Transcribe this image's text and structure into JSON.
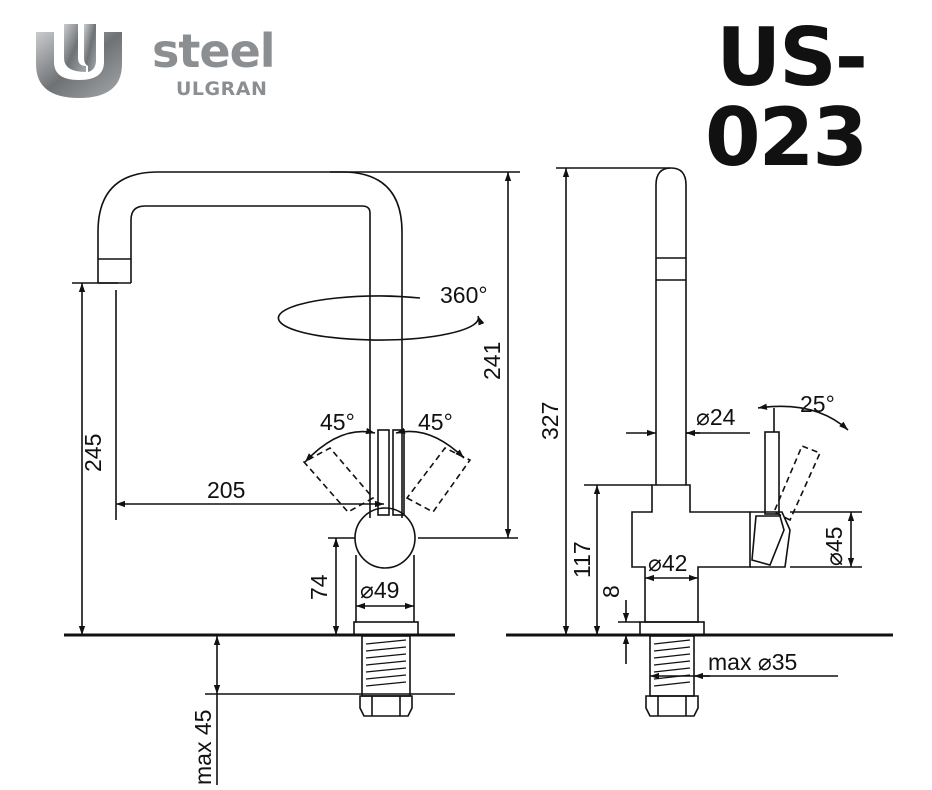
{
  "brand": {
    "name": "steel",
    "sub": "ULGRAN",
    "mark_icon": "u-logo-icon"
  },
  "model": "US-023",
  "front_view": {
    "rotation_label": "360°",
    "angle_left": "45°",
    "angle_right": "45°",
    "height_spout": "245",
    "height_total": "241",
    "reach": "205",
    "body_height": "74",
    "base_diameter": "⌀49",
    "mount_depth": "max 45"
  },
  "side_view": {
    "total_height": "327",
    "tube_diameter": "⌀24",
    "lever_angle": "25°",
    "lever_height": "117",
    "body_diameter": "⌀42",
    "handle_diameter": "⌀45",
    "base_height": "8",
    "thread_diameter": "max  ⌀35"
  },
  "colors": {
    "line": "#111111",
    "logo": "#8c8f92"
  }
}
